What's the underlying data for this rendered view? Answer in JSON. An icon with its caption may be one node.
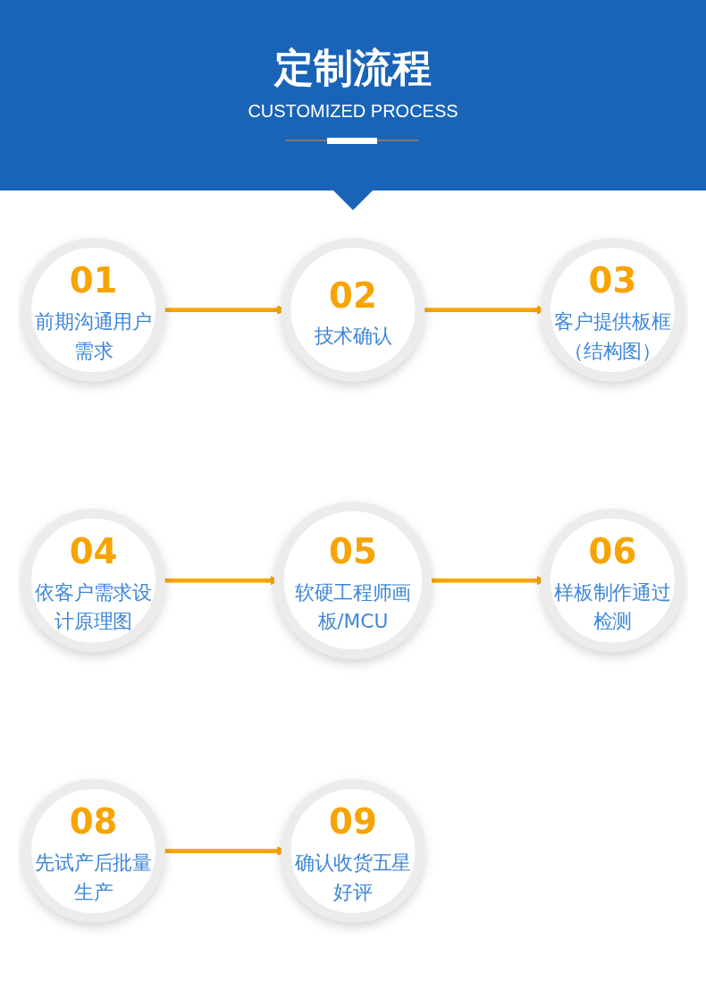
{
  "diagram": {
    "title": "定制流程",
    "nodes": [
      {
        "text": [
          "01",
          "前期沟通用户需求"
        ]
      },
      {
        "text": [
          "02",
          "技术确认"
        ]
      },
      {
        "text": [
          "03",
          "客户提供板框（结构图）"
        ]
      },
      {
        "text": [
          "04",
          "依客户需求设计原理图"
        ]
      },
      {
        "text": [
          "05",
          "软硬工程师画板/MCU"
        ]
      },
      {
        "text": [
          "06",
          "样板制作通过检测"
        ]
      },
      {
        "text": [
          "08",
          "先试产后批量生产"
        ]
      },
      {
        "text": [
          "09",
          "确认收货五星好评"
        ]
      }
    ],
    "edges": [
      {
        "from": 0,
        "to": 1,
        "arrow": "to"
      },
      {
        "from": 1,
        "to": 2,
        "arrow": "to"
      },
      {
        "from": 3,
        "to": 4,
        "arrow": "to"
      },
      {
        "from": 4,
        "to": 5,
        "arrow": "to"
      },
      {
        "from": 6,
        "to": 7,
        "arrow": "to"
      }
    ],
    "labels": [
      "CUSTOMIZED PROCESS"
    ]
  }
}
